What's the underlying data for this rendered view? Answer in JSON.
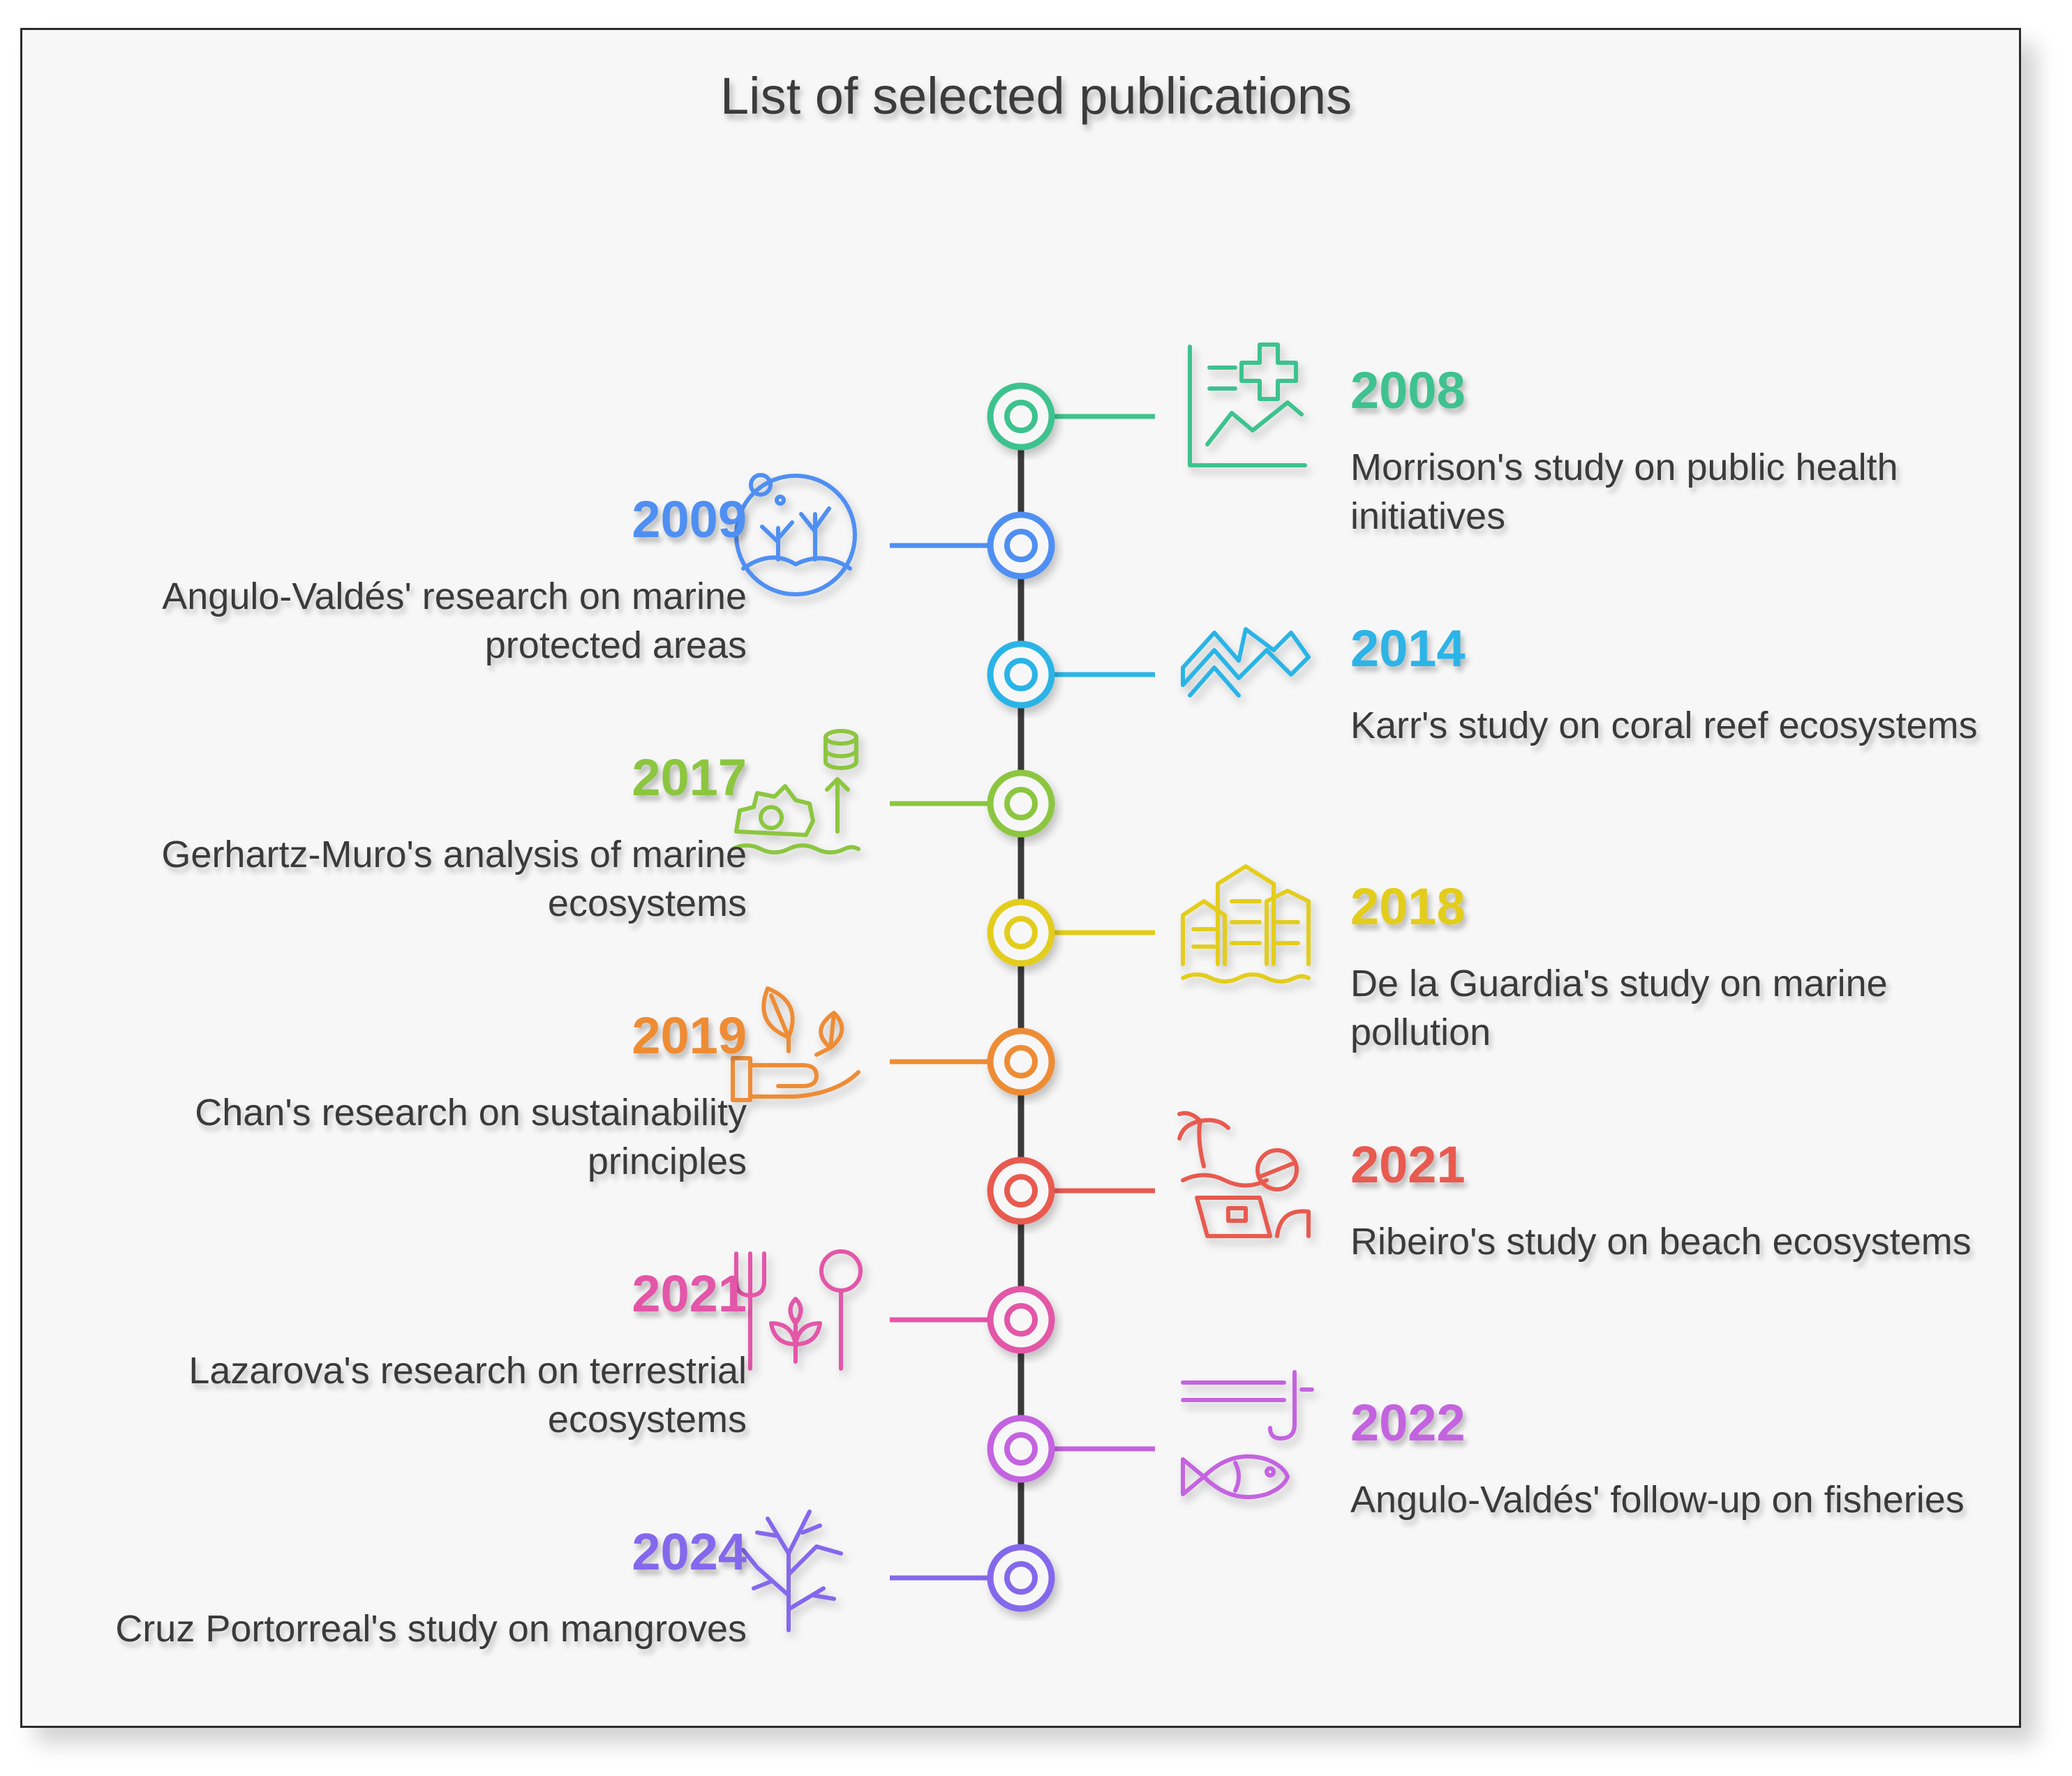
{
  "title": "List of selected publications",
  "colors": {
    "axis": "#3a3a3a",
    "background": "#f7f7f7"
  },
  "events": [
    {
      "year": "2008",
      "description": "Morrison's study on public health initiatives",
      "side": "right",
      "color": "#3ec28f",
      "icon": "health-chart-icon"
    },
    {
      "year": "2009",
      "description": "Angulo-Valdés' research on marine protected areas",
      "side": "left",
      "color": "#4f8ff2",
      "icon": "coral-globe-icon"
    },
    {
      "year": "2014",
      "description": "Karr's study on coral reef ecosystems",
      "side": "right",
      "color": "#2cb4e6",
      "icon": "reef-peaks-icon"
    },
    {
      "year": "2017",
      "description": "Gerhartz-Muro's analysis of marine ecosystems",
      "side": "left",
      "color": "#8cc63f",
      "icon": "ecosystem-growth-icon"
    },
    {
      "year": "2018",
      "description": "De la Guardia's study on marine pollution",
      "side": "right",
      "color": "#e3cd1a",
      "icon": "coastal-buildings-icon"
    },
    {
      "year": "2019",
      "description": "Chan's research on sustainability principles",
      "side": "left",
      "color": "#ee8c34",
      "icon": "plant-hand-icon"
    },
    {
      "year": "2021",
      "description": "Ribeiro's study on beach ecosystems",
      "side": "right",
      "color": "#e85a50",
      "icon": "beach-research-icon"
    },
    {
      "year": "2021",
      "description": "Lazarova's research on terrestrial ecosystems",
      "side": "left",
      "color": "#e356a8",
      "icon": "farm-tools-icon"
    },
    {
      "year": "2022",
      "description": "Angulo-Valdés' follow-up on fisheries",
      "side": "right",
      "color": "#c463e0",
      "icon": "fishing-icon"
    },
    {
      "year": "2024",
      "description": "Cruz Portorreal's study on mangroves",
      "side": "left",
      "color": "#8468ec",
      "icon": "mangrove-icon"
    }
  ]
}
